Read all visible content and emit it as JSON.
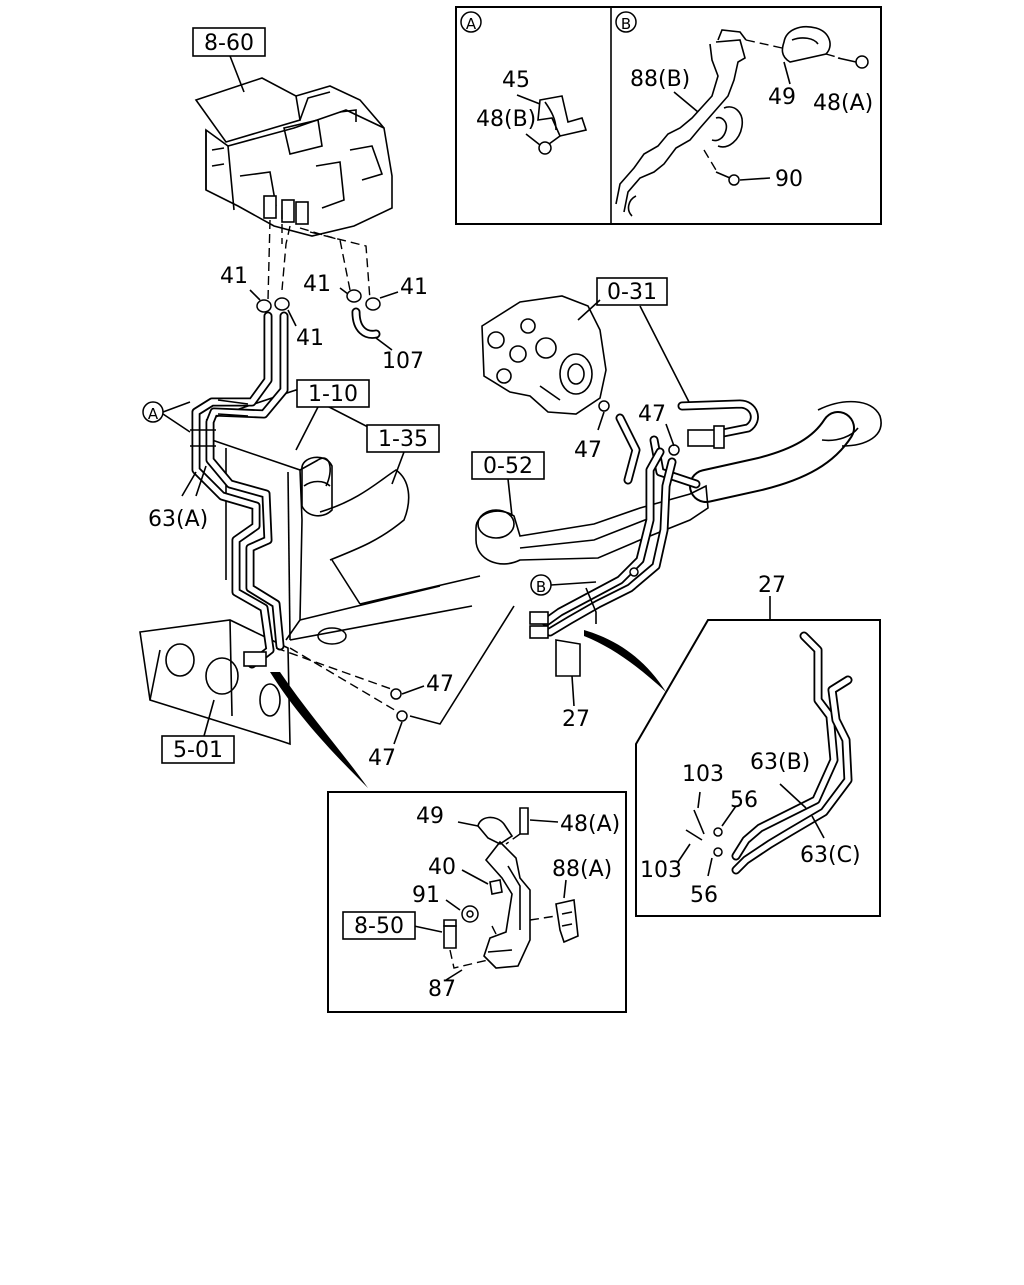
{
  "refs": {
    "r860": "8-60",
    "r031": "0-31",
    "r110": "1-10",
    "r135": "1-35",
    "r052": "0-52",
    "r501": "5-01",
    "r850": "8-50"
  },
  "markers": {
    "a": "A",
    "b": "B"
  },
  "inset_a": {
    "marker": "A",
    "labels": [
      "45",
      "48(B)"
    ]
  },
  "inset_b": {
    "marker": "B",
    "labels": [
      "88(B)",
      "49",
      "48(A)",
      "90"
    ]
  },
  "main_labels": {
    "c41_1": "41",
    "c41_2": "41",
    "c41_3": "41",
    "c41_4": "41",
    "c107": "107",
    "c63a": "63(A)",
    "c47_1": "47",
    "c47_2": "47",
    "c47_3": "47",
    "c47_4": "47",
    "c27_1": "27",
    "c27_2": "27"
  },
  "detail_27": {
    "labels": [
      "103",
      "63(B)",
      "56",
      "103",
      "63(C)",
      "56"
    ]
  },
  "detail_bracket": {
    "labels": [
      "49",
      "48(A)",
      "40",
      "88(A)",
      "91",
      "87"
    ]
  }
}
